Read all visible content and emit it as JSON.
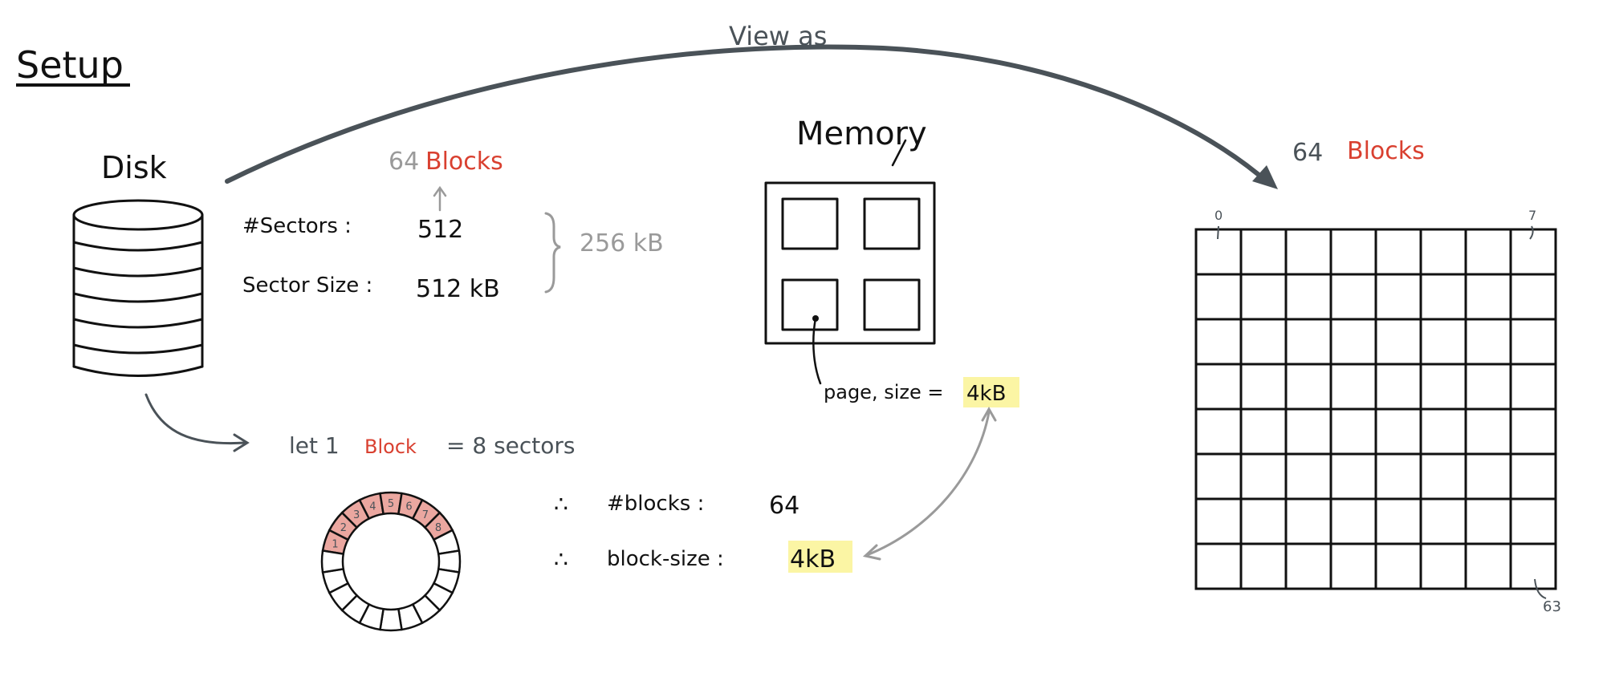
{
  "title": "Setup",
  "arc_label": "View as",
  "disk": {
    "label": "Disk",
    "blocks_count": "64",
    "blocks_word": "Blocks",
    "sectors_label": "#Sectors :",
    "sectors_value": "512",
    "sector_size_label": "Sector Size :",
    "sector_size_value": "512 kB",
    "total": "256 kB"
  },
  "block_def": {
    "prefix": "let 1",
    "word": "Block",
    "suffix": "= 8 sectors",
    "sector_numbers": [
      "1",
      "2",
      "3",
      "4",
      "5",
      "6",
      "7",
      "8"
    ]
  },
  "results": {
    "therefore": "∴",
    "blocks_label": "#blocks :",
    "blocks_value": "64",
    "block_size_label": "block-size :",
    "block_size_value": "4kB"
  },
  "memory": {
    "label": "Memory",
    "page_label": "page, size =",
    "page_size": "4kB"
  },
  "grid": {
    "count": "64",
    "word": "Blocks",
    "rows": 8,
    "cols": 8,
    "first_index": "0",
    "row_end_index": "7",
    "last_index": "63"
  },
  "colors": {
    "ink": "#111111",
    "red": "#d94030",
    "gray": "#9a9a9a",
    "dark_gray": "#4a5258",
    "highlight": "#fbf5a4",
    "sector_fill": "#eba7a0"
  }
}
